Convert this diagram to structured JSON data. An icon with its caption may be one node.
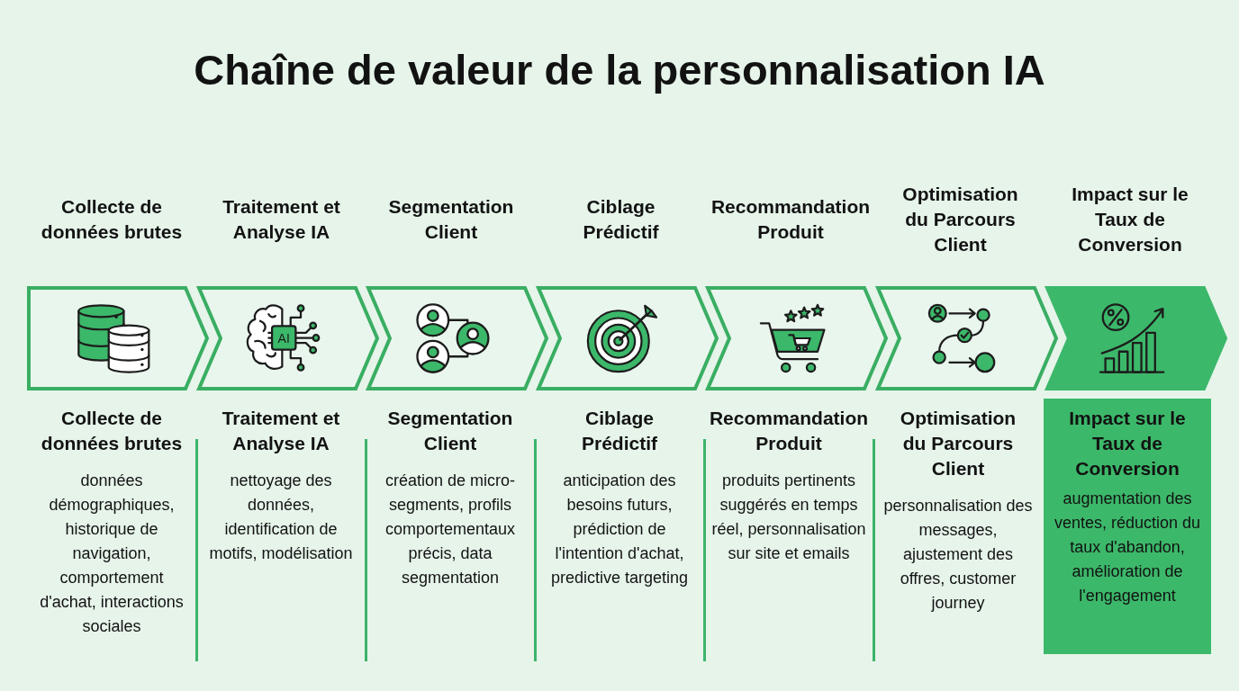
{
  "diagram": {
    "title": "Chaîne de valeur de la personnalisation IA",
    "nodes": [
      {
        "text": [
          "Collecte de données brutes"
        ]
      },
      {
        "text": [
          "Traitement et Analyse IA",
          "AI"
        ]
      },
      {
        "text": [
          "Segmentation Client"
        ]
      },
      {
        "text": [
          "Ciblage Prédictif"
        ]
      },
      {
        "text": [
          "Recommandation Produit"
        ]
      },
      {
        "text": [
          "Optimisation du Parcours Client"
        ]
      },
      {
        "text": [
          "Impact sur le Taux de Conversion"
        ]
      },
      {
        "text": [
          "Collecte de données brutes",
          "données démographiques, historique de navigation, comportement d'achat, interactions sociales"
        ]
      },
      {
        "text": [
          "Traitement et Analyse IA",
          "nettoyage des données, identification de motifs, modélisation"
        ]
      },
      {
        "text": [
          "Segmentation Client",
          "création de micro-segments, profils comportementaux précis, data segmentation"
        ]
      },
      {
        "text": [
          "Ciblage Prédictif",
          "anticipation des besoins futurs, prédiction de l'intention d'achat, predictive targeting"
        ]
      },
      {
        "text": [
          "Recommandation Produit",
          "produits pertinents suggérés en temps réel, personnalisation sur site et emails"
        ]
      },
      {
        "text": [
          "Optimisation du Parcours Client",
          "personnalisation des messages, ajustement des offres, customer journey"
        ]
      },
      {
        "text": [
          "Impact sur le Taux de Conversion",
          "augmentation des ventes, réduction du taux d'abandon, amélioration de l'engagement"
        ]
      }
    ]
  }
}
